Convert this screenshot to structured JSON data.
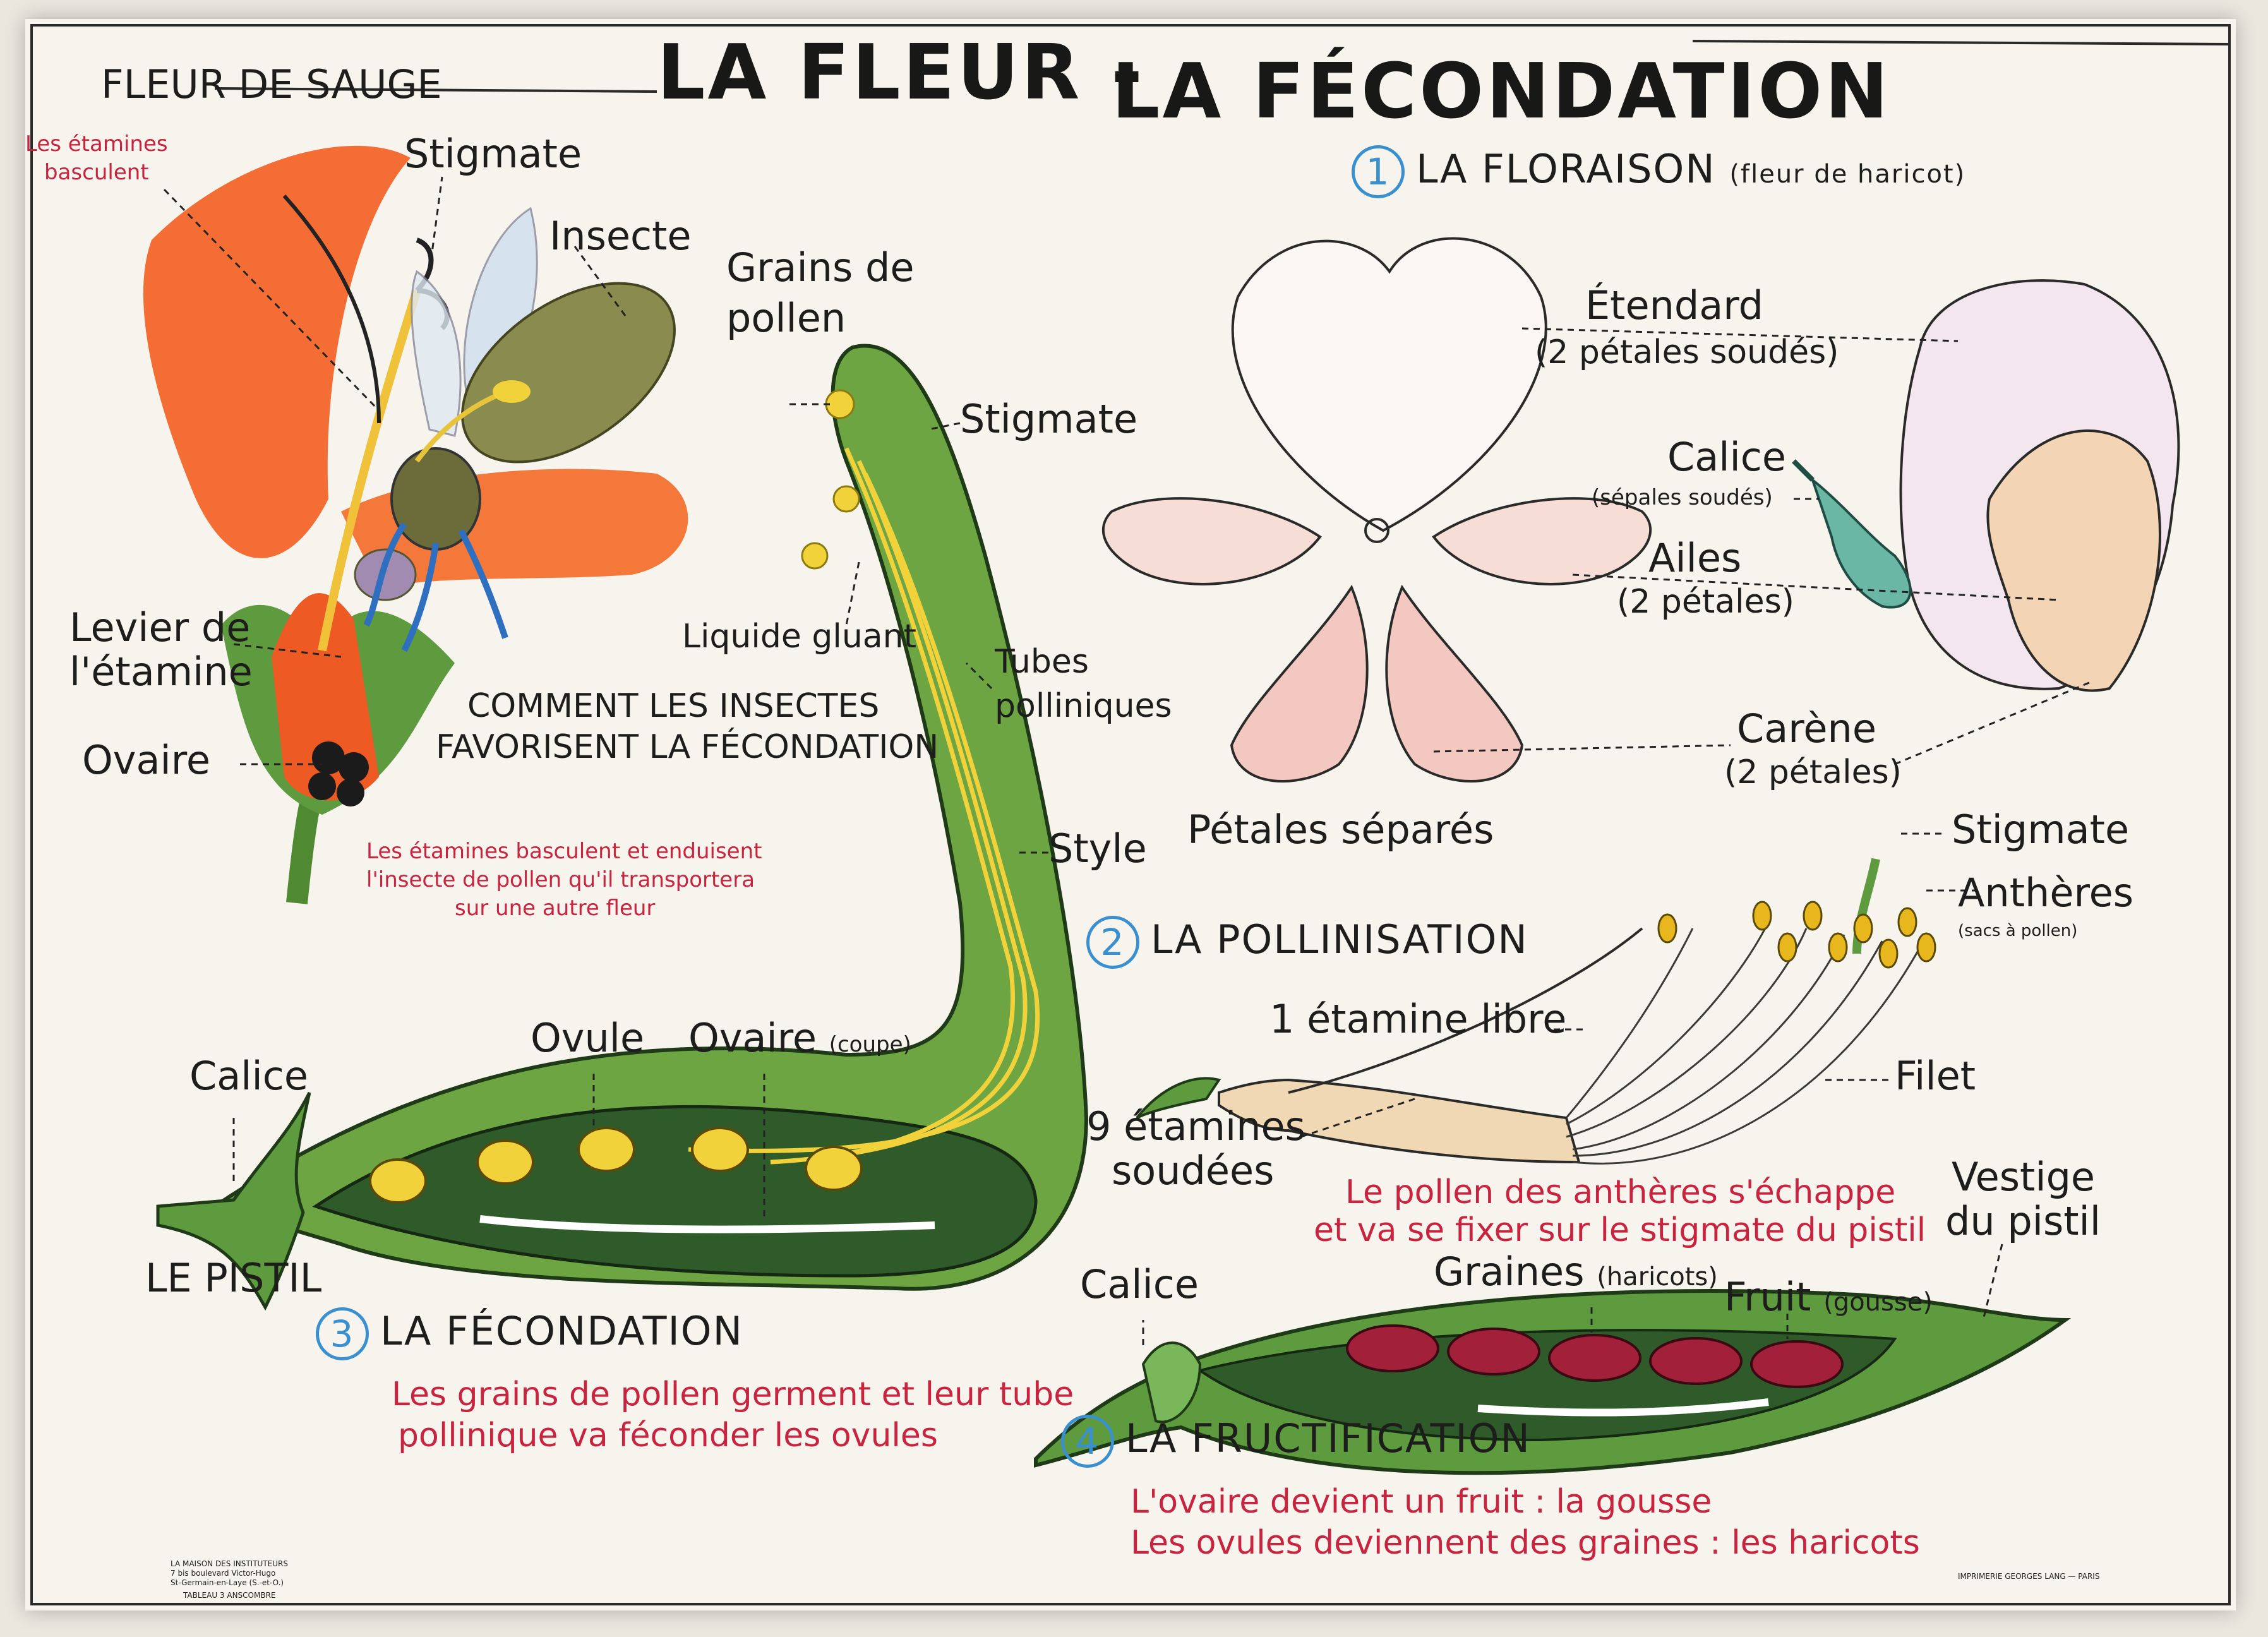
{
  "title": {
    "left": "LA  FLEUR  -",
    "right": "LA  FÉCONDATION"
  },
  "sauge": {
    "header": "FLEUR DE SAUGE",
    "etamines_basculent": [
      "Les étamines",
      "basculent"
    ],
    "stigmate": "Stigmate",
    "insecte": "Insecte",
    "levier": [
      "Levier de",
      "l'étamine"
    ],
    "ovaire": "Ovaire",
    "comment": [
      "COMMENT  LES  INSECTES",
      "FAVORISENT  LA  FÉCONDATION"
    ],
    "note": [
      "Les étamines basculent et enduisent",
      "l'insecte de pollen qu'il transportera",
      "sur une autre fleur"
    ]
  },
  "pistil": {
    "grains": [
      "Grains  de",
      "pollen"
    ],
    "stigmate": "Stigmate",
    "liquide": "Liquide gluant",
    "tubes": [
      "Tubes",
      "polliniques"
    ],
    "style": "Style",
    "ovule": "Ovule",
    "ovaire": "Ovaire",
    "ovaire_note": "(coupe)",
    "calice": "Calice",
    "name": "LE PISTIL"
  },
  "s1": {
    "num": "1",
    "title": "LA FLORAISON",
    "note": "(fleur de haricot)",
    "etendard": "Étendard",
    "etendard_note": "(2 pétales soudés)",
    "calice": "Calice",
    "calice_note": "(sépales soudés)",
    "ailes": "Ailes",
    "ailes_note": "(2 pétales)",
    "carene": "Carène",
    "carene_note": "(2 pétales)",
    "petales": "Pétales séparés"
  },
  "s2": {
    "num": "2",
    "title": "LA POLLINISATION",
    "stigmate": "Stigmate",
    "antheres": "Anthères",
    "antheres_note": "(sacs à pollen)",
    "etamine_libre": "1 étamine libre",
    "filet": "Filet",
    "soudees": [
      "9  étamines",
      "soudées"
    ],
    "note": [
      "Le pollen des anthères s'échappe",
      "et va se fixer sur le stigmate du pistil"
    ]
  },
  "s3": {
    "num": "3",
    "title": "LA FÉCONDATION",
    "note": [
      "Les grains de pollen germent et leur tube",
      "pollinique va féconder les ovules"
    ]
  },
  "s4": {
    "num": "4",
    "title": "LA FRUCTIFICATION",
    "calice": "Calice",
    "graines": "Graines",
    "graines_note": "(haricots)",
    "fruit": "Fruit",
    "fruit_note": "(gousse)",
    "vestige": [
      "Vestige",
      "du  pistil"
    ],
    "note": [
      "L'ovaire devient un fruit : la gousse",
      "Les ovules deviennent des graines : les haricots"
    ]
  },
  "footer": {
    "left": [
      "LA MAISON DES INSTITUTEURS",
      "7 bis boulevard Victor-Hugo",
      "St-Germain-en-Laye (S.-et-O.)",
      "TABLEAU 3 ANSCOMBRE"
    ],
    "right": "IMPRIMERIE GEORGES LANG — PARIS"
  },
  "colors": {
    "green": "#5e9a3e",
    "dark_green": "#2f5a2a",
    "orange": "#ef6a2e",
    "pollen": "#f2d23a",
    "seed": "#a3203a",
    "pink": "#f1cbc4",
    "label_red": "#c8233f"
  }
}
